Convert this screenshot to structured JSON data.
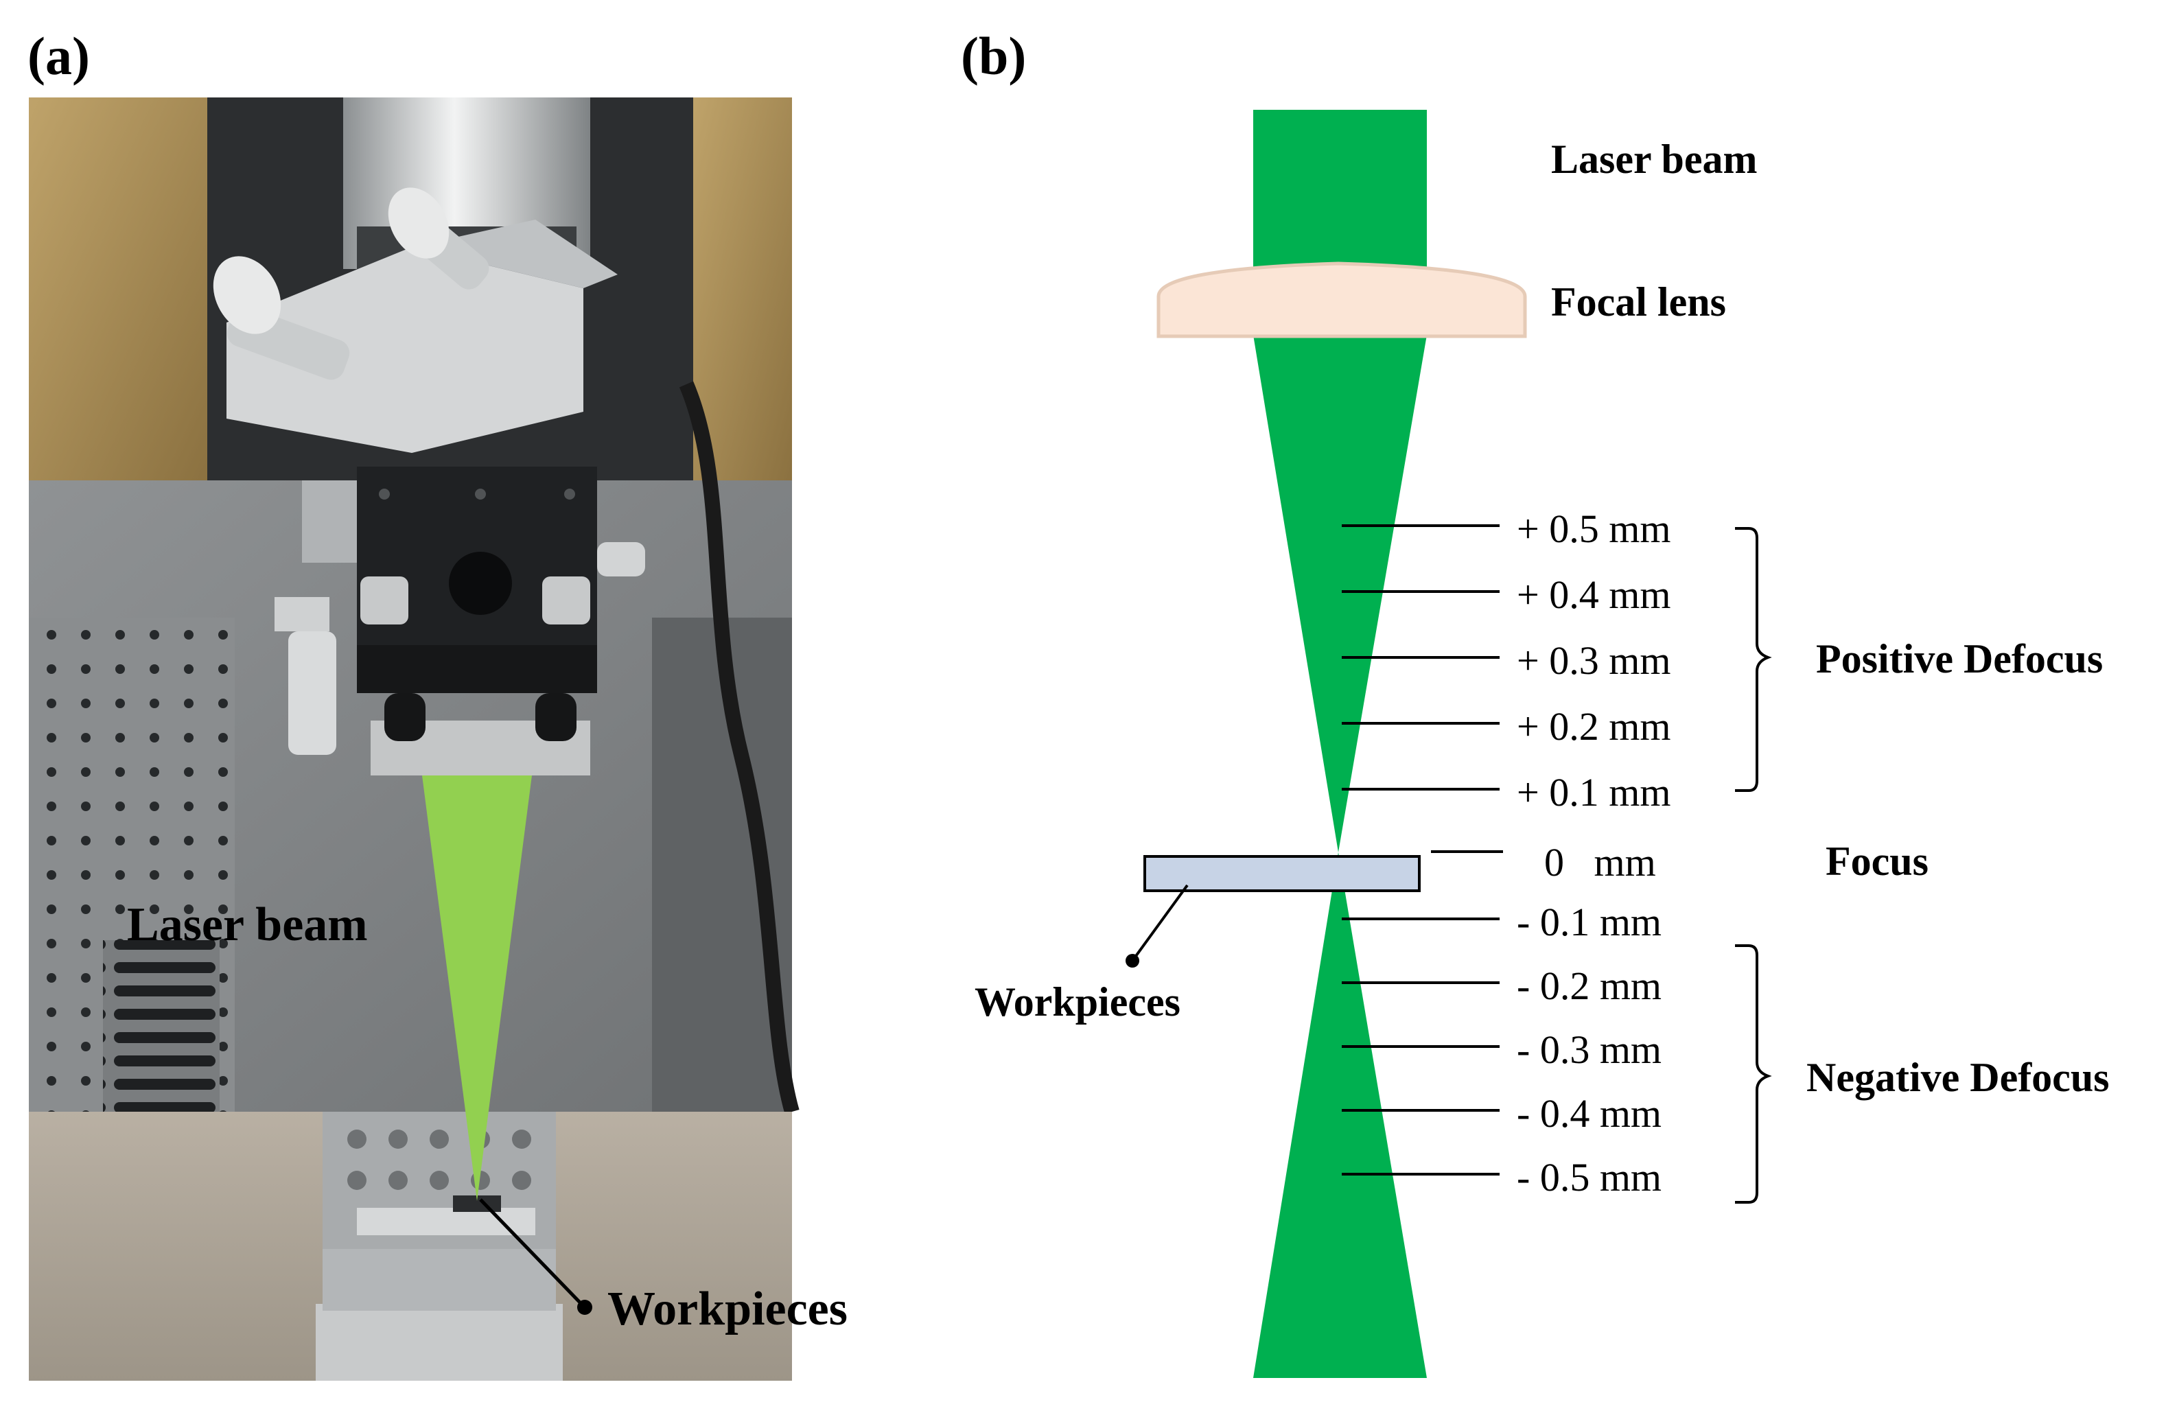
{
  "panel_a": {
    "label": "(a)",
    "annotations": {
      "laser_beam": "Laser beam",
      "workpieces": "Workpieces"
    }
  },
  "panel_b": {
    "label": "(b)",
    "labels": {
      "laser_beam": "Laser beam",
      "focal_lens": "Focal lens",
      "focus": "Focus",
      "workpieces": "Workpieces",
      "positive_defocus": "Positive Defocus",
      "negative_defocus": "Negative Defocus"
    },
    "defocus_levels": [
      {
        "value": 0.5,
        "label": "+ 0.5 mm"
      },
      {
        "value": 0.4,
        "label": "+ 0.4 mm"
      },
      {
        "value": 0.3,
        "label": "+ 0.3 mm"
      },
      {
        "value": 0.2,
        "label": "+ 0.2 mm"
      },
      {
        "value": 0.1,
        "label": "+ 0.1 mm"
      },
      {
        "value": 0.0,
        "label": "0   mm"
      },
      {
        "value": -0.1,
        "label": "- 0.1 mm"
      },
      {
        "value": -0.2,
        "label": "- 0.2 mm"
      },
      {
        "value": -0.3,
        "label": "- 0.3 mm"
      },
      {
        "value": -0.4,
        "label": "- 0.4 mm"
      },
      {
        "value": -0.5,
        "label": "- 0.5 mm"
      }
    ]
  },
  "colors": {
    "beam_green": "#00b050",
    "photo_beam_green": "#92d050",
    "lens_fill": "#fbe5d6",
    "lens_stroke": "#e6cbb7",
    "workpiece_fill": "#c7d3e6"
  }
}
